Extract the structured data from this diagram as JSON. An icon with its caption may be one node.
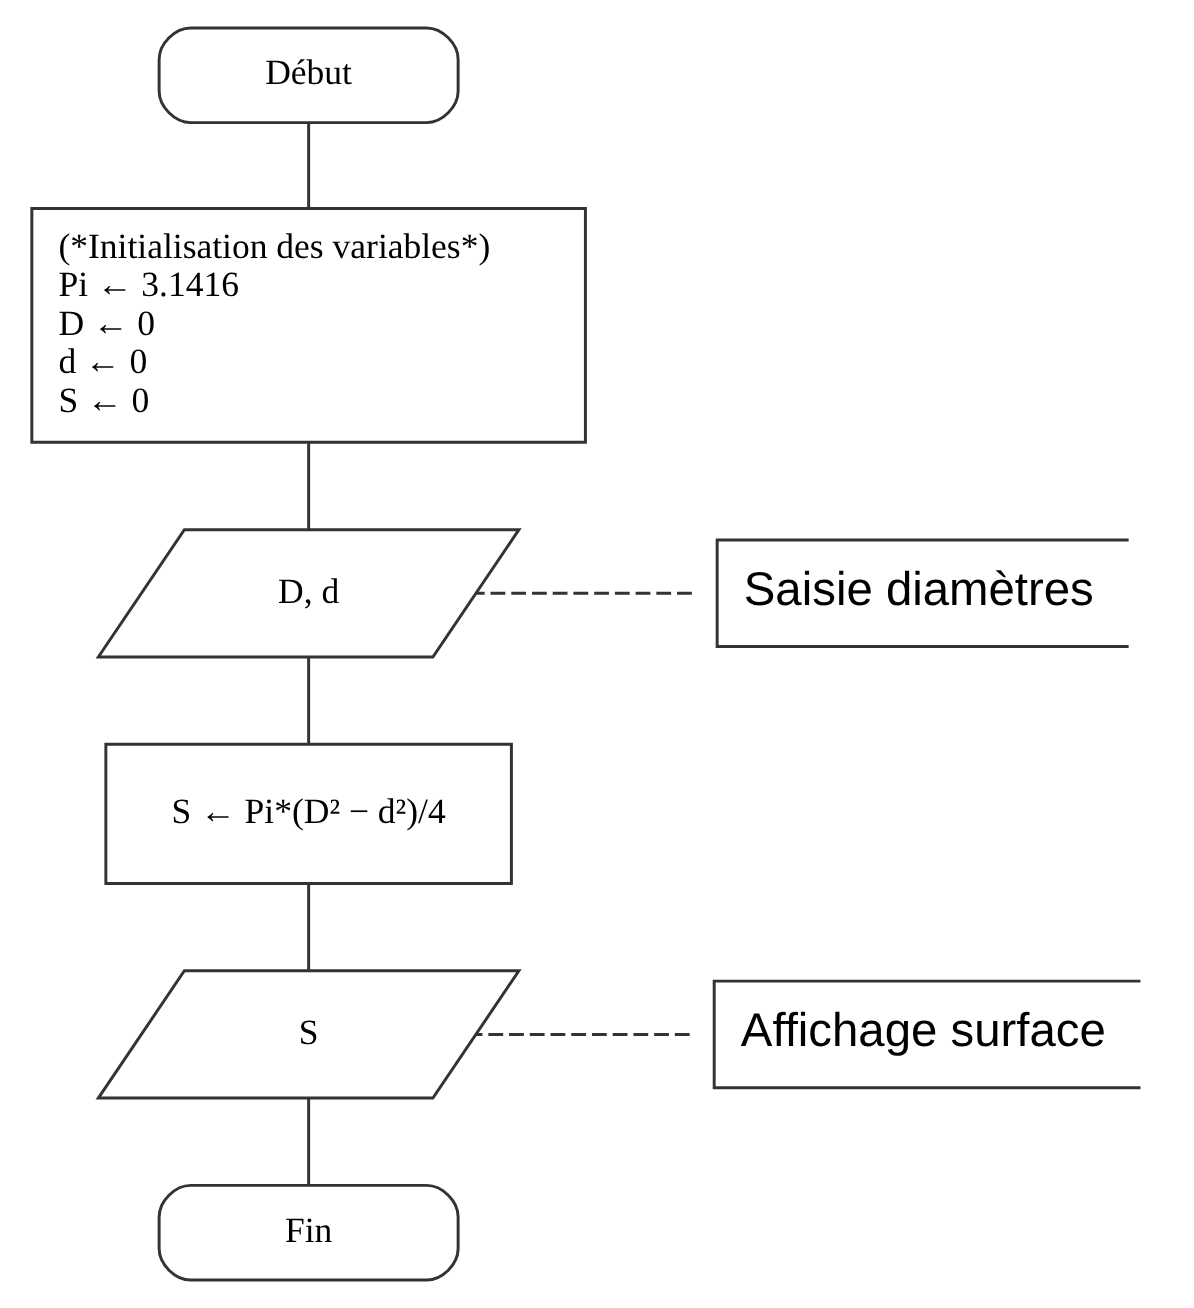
{
  "diagram": {
    "nodes": [
      {
        "text": [
          "Début"
        ]
      },
      {
        "text": [
          "(*Initialisation des variables*)",
          "Pi ← 3.1416",
          "D ← 0",
          "d ← 0",
          "S ← 0"
        ]
      },
      {
        "text": [
          "D, d"
        ]
      },
      {
        "text": [
          "S ← Pi*(D² − d²)/4"
        ]
      },
      {
        "text": [
          "S"
        ]
      },
      {
        "text": [
          "Fin"
        ]
      },
      {
        "text": [
          "Saisie diamètres"
        ]
      },
      {
        "text": [
          "Affichage surface"
        ]
      }
    ],
    "edges": [
      {
        "from": 0,
        "to": 1,
        "arrow": "none"
      },
      {
        "from": 1,
        "to": 2,
        "arrow": "none"
      },
      {
        "from": 2,
        "to": 3,
        "arrow": "none"
      },
      {
        "from": 3,
        "to": 4,
        "arrow": "none"
      },
      {
        "from": 4,
        "to": 5,
        "arrow": "none"
      },
      {
        "from": 6,
        "to": 2,
        "arrow": "none",
        "style": "dashed"
      },
      {
        "from": 7,
        "to": 4,
        "arrow": "none",
        "style": "dashed"
      }
    ]
  }
}
